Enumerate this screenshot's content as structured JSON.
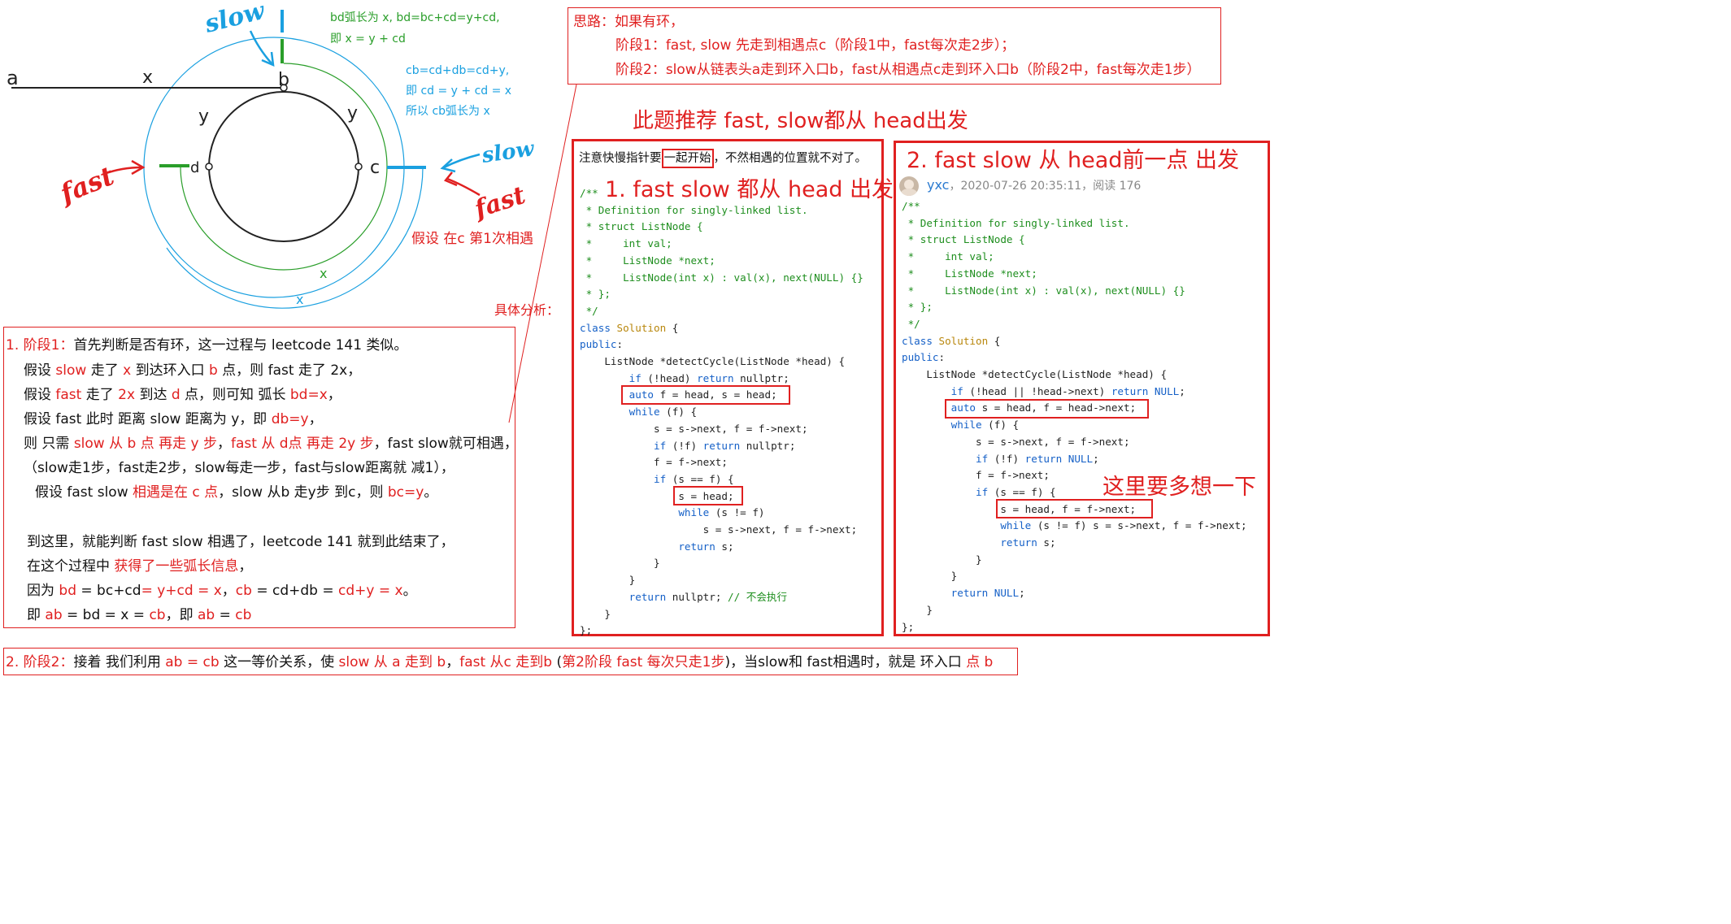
{
  "diagram": {
    "label_a": "a",
    "label_x": "x",
    "label_b": "b",
    "label_y_left": "y",
    "label_y_right": "y",
    "label_d": "d",
    "label_c": "c",
    "label_x_green": "x",
    "label_x_blue": "x",
    "slow_top": "slow",
    "slow_right": "slow",
    "fast_left": "fast",
    "fast_right": "fast",
    "green_note_1": "bd弧长为 x, bd=bc+cd=y+cd,",
    "green_note_2": "即 x = y + cd",
    "blue_note_1": "cb=cd+db=cd+y,",
    "blue_note_2": "即 cd = y + cd = x",
    "blue_note_3": "所以 cb弧长为 x",
    "meet_note": "假设 在c 第1次相遇",
    "analysis_label": "具体分析："
  },
  "idea": {
    "line1": "思路：如果有环，",
    "line2": "阶段1：fast, slow 先走到相遇点c（阶段1中，fast每次走2步）；",
    "line3": "阶段2：slow从链表头a走到环入口b，fast从相遇点c走到环入口b（阶段2中，fast每次走1步）"
  },
  "recommend_title": "此题推荐 fast, slow都从 head出发",
  "analysis": {
    "l1a": "1. 阶段1：",
    "l1b": "首先判断是否有环，这一过程与 leetcode 141 类似。",
    "l2a": "假设 ",
    "l2b": "slow",
    "l2c": " 走了 ",
    "l2d": "x",
    "l2e": " 到达环入口 ",
    "l2f": "b",
    "l2g": " 点，则 fast 走了 2x，",
    "l3a": "假设 ",
    "l3b": "fast",
    "l3c": " 走了 ",
    "l3d": "2x",
    "l3e": " 到达 ",
    "l3f": "d",
    "l3g": " 点，则可知 弧长 ",
    "l3h": "bd=x",
    "l3i": "，",
    "l4a": "假设 fast 此时 距离 slow 距离为 y，即 ",
    "l4b": "db=y",
    "l4c": "，",
    "l5a": "则 只需 ",
    "l5b": "slow 从 b 点 再走 y 步",
    "l5c": "，",
    "l5d": "fast 从 d点 再走 2y 步",
    "l5e": "，fast slow就可相遇，",
    "l6": "（slow走1步，fast走2步，slow每走一步，fast与slow距离就 减1），",
    "l7a": "假设 fast slow ",
    "l7b": "相遇是在 c 点",
    "l7c": "，slow 从b 走y步 到c，则 ",
    "l7d": "bc=y",
    "l7e": "。",
    "l8": "到这里，就能判断 fast slow 相遇了，leetcode 141 就到此结束了，",
    "l9a": "在这个过程中 ",
    "l9b": "获得了一些弧长信息",
    "l9c": "，",
    "l10a": "因为 ",
    "l10b": "bd",
    "l10c": " = bc+cd",
    "l10d": "= y+cd = x",
    "l10e": "，",
    "l10f": "cb",
    "l10g": " = cd+db = ",
    "l10h": "cd+y = x",
    "l10i": "。",
    "l11a": "即 ",
    "l11b": "ab",
    "l11c": " = bd = x = ",
    "l11d": "cb",
    "l11e": "，即 ",
    "l11f": "ab",
    "l11g": " = ",
    "l11h": "cb"
  },
  "stage2": {
    "a": "2.  阶段2：",
    "b": "接着 我们利用 ",
    "c": "ab = cb",
    "d": " 这一等价关系，使 ",
    "e": "slow 从 a 走到 b",
    "f": "，",
    "g": "fast 从c 走到b",
    "h": " (",
    "i": "第2阶段 fast 每次只走1步",
    "j": ")，当slow和 fast相遇时，就是 环入口 ",
    "k": "点 b"
  },
  "panel1": {
    "note_a": "注意快慢指针要",
    "note_b": "一起开始",
    "note_c": "，不然相遇的位置就不对了。",
    "title": "1. fast slow 都从 head 出发",
    "code": [
      "/**",
      " * Definition for singly-linked list.",
      " * struct ListNode {",
      " *     int val;",
      " *     ListNode *next;",
      " *     ListNode(int x) : val(x), next(NULL) {}",
      " * };",
      " */",
      "class Solution {",
      "public:",
      "    ListNode *detectCycle(ListNode *head) {",
      "        if (!head) return nullptr;",
      "        auto f = head, s = head;",
      "        while (f) {",
      "            s = s->next, f = f->next;",
      "            if (!f) return nullptr;",
      "            f = f->next;",
      "            if (s == f) {",
      "                s = head;",
      "                while (s != f)",
      "                    s = s->next, f = f->next;",
      "                return s;",
      "            }",
      "        }",
      "        return nullptr; // 不会执行",
      "    }",
      "};"
    ]
  },
  "panel2": {
    "title": "2. fast slow 从 head前一点 出发",
    "author": "yxc",
    "meta": "，2020-07-26 20:35:11，阅读 176",
    "think_note": "这里要多想一下",
    "code": [
      "/**",
      " * Definition for singly-linked list.",
      " * struct ListNode {",
      " *     int val;",
      " *     ListNode *next;",
      " *     ListNode(int x) : val(x), next(NULL) {}",
      " * };",
      " */",
      "class Solution {",
      "public:",
      "    ListNode *detectCycle(ListNode *head) {",
      "        if (!head || !head->next) return NULL;",
      "        auto s = head, f = head->next;",
      "        while (f) {",
      "            s = s->next, f = f->next;",
      "            if (!f) return NULL;",
      "            f = f->next;",
      "            if (s == f) {",
      "                s = head, f = f->next;",
      "                while (s != f) s = s->next, f = f->next;",
      "                return s;",
      "            }",
      "        }",
      "        return NULL;",
      "    }",
      "};"
    ]
  },
  "colors": {
    "red": "#e02020",
    "blue": "#1aa0e0",
    "green": "#2a9e2a"
  }
}
